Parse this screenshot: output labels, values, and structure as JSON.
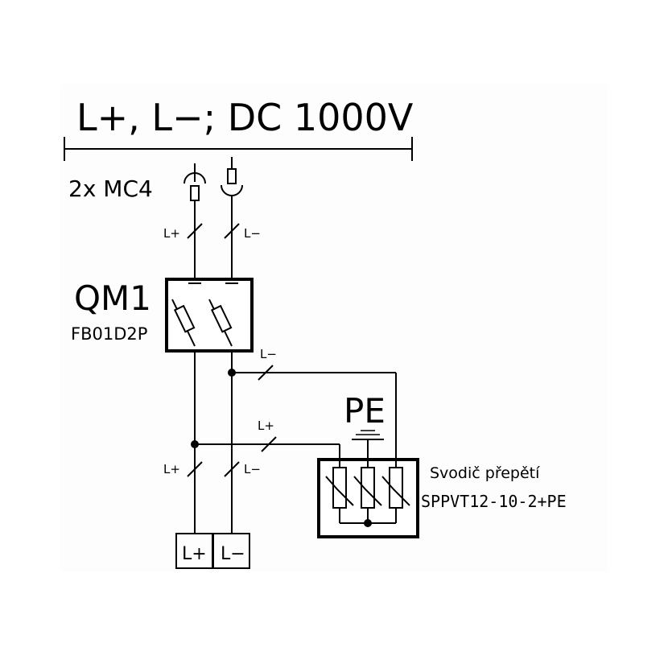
{
  "bus": {
    "title": "L+, L−; DC 1000V"
  },
  "connector": {
    "label": "2x MC4"
  },
  "wires": {
    "top_plus": "L+",
    "top_minus": "L−",
    "mid_minus": "L−",
    "mid_plus": "L+",
    "bot_plus": "L+",
    "bot_minus": "L−"
  },
  "breaker": {
    "designation": "QM1",
    "type": "FB01D2P"
  },
  "ground": {
    "label": "PE"
  },
  "arrester": {
    "name": "Svodič přepětí",
    "type": "SPPVT12-10-2+PE"
  },
  "terminals": {
    "plus": "L+",
    "minus": "L−"
  },
  "colors": {
    "background": "#ffffff",
    "ink": "#000000",
    "panel": "#fdfdfd"
  }
}
